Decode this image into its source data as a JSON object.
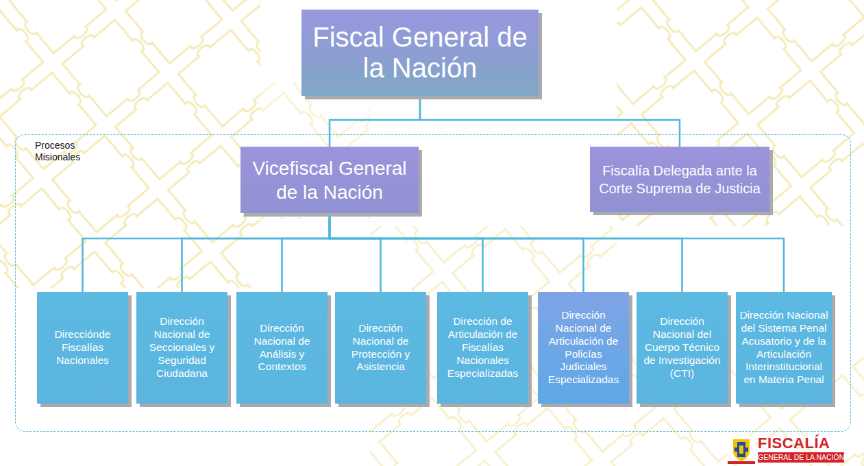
{
  "diagram": {
    "nodes": [
      {
        "text": [
          "Fiscal General de la Nación"
        ]
      },
      {
        "text": [
          "Procesos Misionales"
        ]
      },
      {
        "text": [
          "Vicefiscal General de la Nación"
        ],
        "in": 1
      },
      {
        "text": [
          "Fiscalía Delegada ante la Corte Suprema de Justicia"
        ],
        "in": 1
      },
      {
        "text": [
          "Direcciónde Fiscalías Nacionales"
        ],
        "in": 1
      },
      {
        "text": [
          "Dirección Nacional de Seccionales y Seguridad Ciudadana"
        ],
        "in": 1
      },
      {
        "text": [
          "Dirección Nacional de Análisis y Contextos"
        ],
        "in": 1
      },
      {
        "text": [
          "Dirección Nacional de Protección y Asistencia"
        ],
        "in": 1
      },
      {
        "text": [
          "Dirección de Articulación de Fiscalías Nacionales Especializadas"
        ],
        "in": 1
      },
      {
        "text": [
          "Dirección Nacional de Articulación de Policías Judiciales Especializadas"
        ],
        "in": 1
      },
      {
        "text": [
          "Dirección Nacional del Cuerpo Técnico de Investigación (CTI)"
        ],
        "in": 1
      },
      {
        "text": [
          "Dirección Nacional del Sistema Penal Acusatorio y de la Articulación Interinstitucional en Materia Penal"
        ],
        "in": 1
      }
    ],
    "edges": [
      {
        "from": 0,
        "to": 2,
        "arrow": "none"
      },
      {
        "from": 0,
        "to": 3,
        "arrow": "none"
      },
      {
        "from": 2,
        "to": 4,
        "arrow": "none"
      },
      {
        "from": 2,
        "to": 5,
        "arrow": "none"
      },
      {
        "from": 2,
        "to": 6,
        "arrow": "none"
      },
      {
        "from": 2,
        "to": 7,
        "arrow": "none"
      },
      {
        "from": 2,
        "to": 8,
        "arrow": "none"
      },
      {
        "from": 2,
        "to": 9,
        "arrow": "none"
      },
      {
        "from": 2,
        "to": 10,
        "arrow": "none"
      },
      {
        "from": 2,
        "to": 11,
        "arrow": "none"
      }
    ],
    "labels": [
      "FISCALÍA",
      "GENERAL DE LA NACIÓN"
    ]
  }
}
